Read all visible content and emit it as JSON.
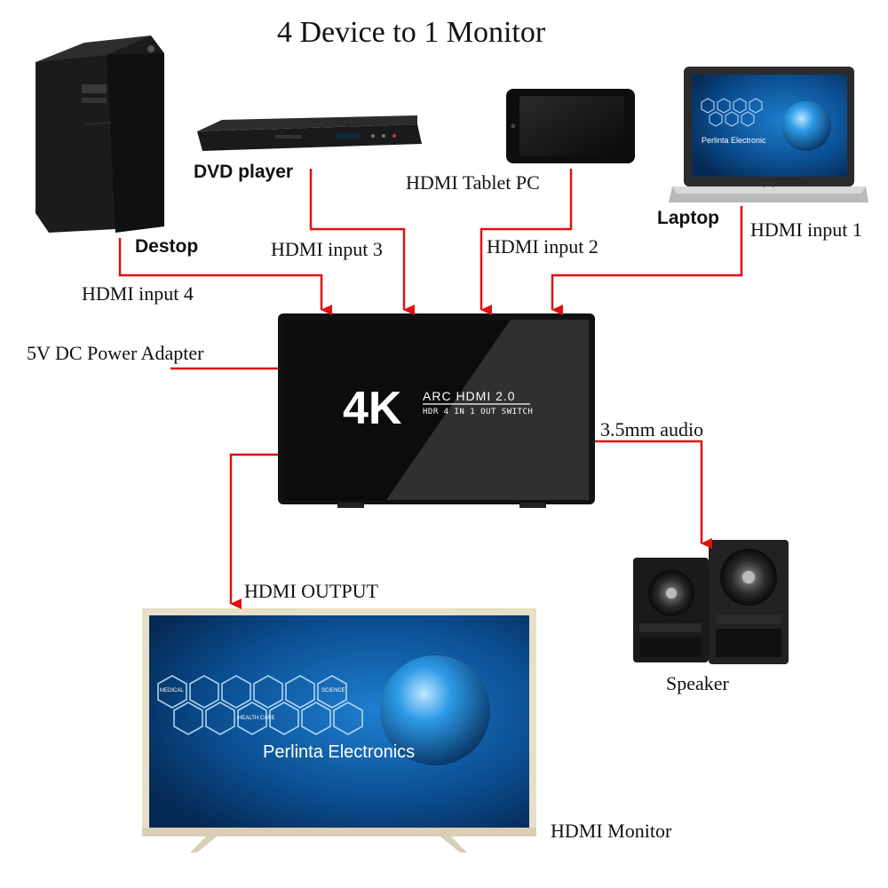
{
  "title": "4 Device to 1 Monitor",
  "devices": {
    "desktop": "Destop",
    "dvd": "DVD player",
    "tablet": "HDMI Tablet PC",
    "laptop": "Laptop",
    "speaker": "Speaker",
    "monitor": "HDMI Monitor"
  },
  "ports": {
    "input1": "HDMI input 1",
    "input2": "HDMI input 2",
    "input3": "HDMI input 3",
    "input4": "HDMI input 4",
    "power": "5V DC Power Adapter",
    "audio": "3.5mm audio",
    "output": "HDMI OUTPUT"
  },
  "switch": {
    "big": "4K",
    "line1": "ARC HDMI 2.0",
    "line2": "HDR 4 IN 1 OUT SWITCH"
  },
  "screen": {
    "brand": "Perlinta Electronics",
    "laptop_brand": "Perlinta Electronic",
    "laptop_badge": "Laptop",
    "medical": "MEDICAL",
    "health": "HEALTH CARE",
    "science": "SCIENCE"
  },
  "colors": {
    "arrow": "#e01010",
    "switch_body": "#1a1a1a",
    "screen_blue": "#0f5fa6"
  }
}
